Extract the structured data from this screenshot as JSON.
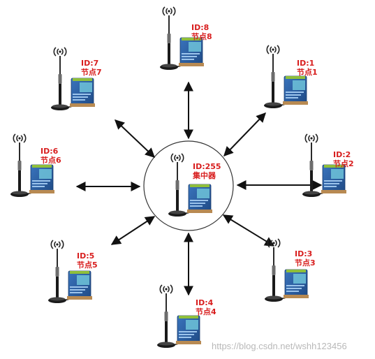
{
  "center": {
    "id": "ID:255",
    "name": "集中器"
  },
  "nodes": [
    {
      "id": "ID:1",
      "name": "节点1"
    },
    {
      "id": "ID:2",
      "name": "节点2"
    },
    {
      "id": "ID:3",
      "name": "节点3"
    },
    {
      "id": "ID:4",
      "name": "节点4"
    },
    {
      "id": "ID:5",
      "name": "节点5"
    },
    {
      "id": "ID:6",
      "name": "节点6"
    },
    {
      "id": "ID:7",
      "name": "节点7"
    },
    {
      "id": "ID:8",
      "name": "节点8"
    }
  ],
  "watermark": "https://blog.csdn.net/wshh123456",
  "colors": {
    "label": "#d81e1e",
    "device": "#2c5fa3",
    "arrow": "#111111"
  }
}
